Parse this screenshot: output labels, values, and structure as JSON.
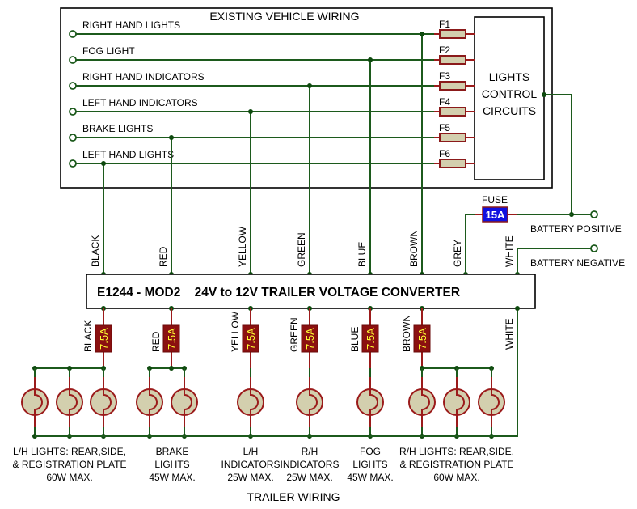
{
  "vehicle": {
    "title": "EXISTING VEHICLE WIRING",
    "circuits": [
      {
        "label": "RIGHT HAND LIGHTS",
        "fuse": "F1"
      },
      {
        "label": "FOG LIGHT",
        "fuse": "F2"
      },
      {
        "label": "RIGHT HAND INDICATORS",
        "fuse": "F3"
      },
      {
        "label": "LEFT HAND INDICATORS",
        "fuse": "F4"
      },
      {
        "label": "BRAKE LIGHTS",
        "fuse": "F5"
      },
      {
        "label": "LEFT HAND LIGHTS",
        "fuse": "F6"
      }
    ],
    "control_box": [
      "LIGHTS",
      "CONTROL",
      "CIRCUITS"
    ]
  },
  "battery": {
    "fuse_label": "FUSE",
    "fuse_rating": "15A",
    "positive_label": "BATTERY POSITIVE",
    "negative_label": "BATTERY NEGATIVE"
  },
  "converter": {
    "title": "E1244 - MOD2    24V to 12V TRAILER VOLTAGE CONVERTER",
    "input_wires": [
      "BLACK",
      "RED",
      "YELLOW",
      "GREEN",
      "BLUE",
      "BROWN",
      "GREY",
      "WHITE"
    ],
    "output_wires": [
      "BLACK",
      "RED",
      "YELLOW",
      "GREEN",
      "BLUE",
      "BROWN",
      "WHITE"
    ],
    "output_fuse_rating": "7.5A"
  },
  "trailer": {
    "title": "TRAILER WIRING",
    "groups": [
      {
        "lines": [
          "L/H LIGHTS: REAR,SIDE,",
          "& REGISTRATION PLATE",
          "60W MAX."
        ],
        "bulbs": 3
      },
      {
        "lines": [
          "BRAKE",
          "LIGHTS",
          "45W MAX."
        ],
        "bulbs": 2
      },
      {
        "lines": [
          "L/H",
          "INDICATORS",
          "25W MAX."
        ],
        "bulbs": 1
      },
      {
        "lines": [
          "R/H",
          "INDICATORS",
          "25W MAX."
        ],
        "bulbs": 1
      },
      {
        "lines": [
          "FOG",
          "LIGHTS",
          "45W MAX."
        ],
        "bulbs": 1
      },
      {
        "lines": [
          "R/H LIGHTS: REAR,SIDE,",
          "& REGISTRATION PLATE",
          "60W MAX."
        ],
        "bulbs": 3
      }
    ]
  },
  "colors": {
    "wire": "#1c5a1c",
    "lead": "#9b1b1b",
    "fuse_body": "#d3cfae",
    "fuse_small": "#8b1010",
    "fuse_main": "#1010e0"
  }
}
